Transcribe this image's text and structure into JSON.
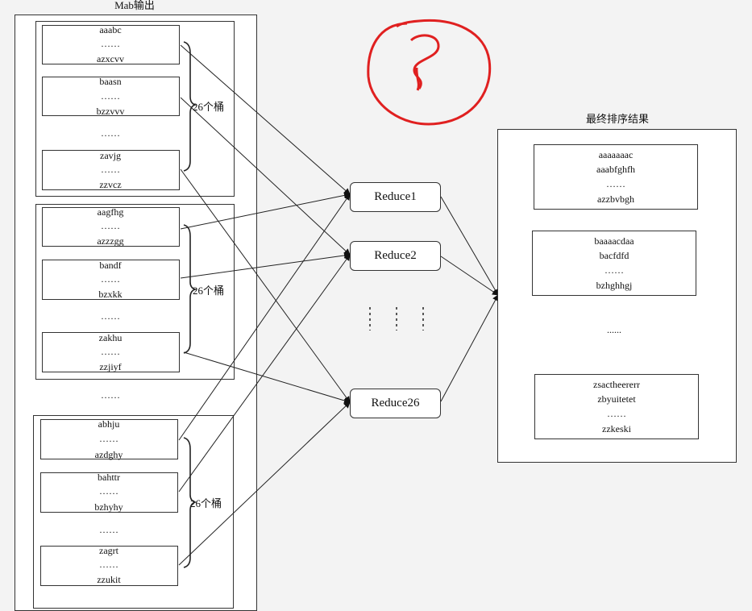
{
  "map_title": "Mab输出",
  "result_title": "最终排序结果",
  "bucket_label": "26个桶",
  "ellipsis": "……",
  "dots": "......",
  "groups": [
    {
      "buckets": [
        {
          "first": "aaabc",
          "mid": "……",
          "last": "azxcvv"
        },
        {
          "first": "baasn",
          "mid": "……",
          "last": "bzzvvv"
        },
        {
          "first": "zavjg",
          "mid": "……",
          "last": "zzvcz"
        }
      ]
    },
    {
      "buckets": [
        {
          "first": "aagfhg",
          "mid": "……",
          "last": "azzzgg"
        },
        {
          "first": "bandf",
          "mid": "……",
          "last": "bzxkk"
        },
        {
          "first": "zakhu",
          "mid": "……",
          "last": "zzjiyf"
        }
      ]
    },
    {
      "buckets": [
        {
          "first": "abhju",
          "mid": "……",
          "last": "azdghy"
        },
        {
          "first": "bahttr",
          "mid": "……",
          "last": "bzhyhy"
        },
        {
          "first": "zagrt",
          "mid": "……",
          "last": "zzukit"
        }
      ]
    }
  ],
  "reducers": [
    "Reduce1",
    "Reduce2",
    "Reduce26"
  ],
  "results": [
    {
      "lines": [
        "aaaaaaac",
        "aaabfghfh",
        "……",
        "azzbvbgh"
      ]
    },
    {
      "lines": [
        "baaaacdaa",
        "bacfdfd",
        "……",
        "bzhghhgj"
      ]
    },
    {
      "lines": [
        "zsactheererr",
        "zbyuitetet",
        "……",
        "zzkeski"
      ]
    }
  ],
  "question_mark": "?",
  "annotation_color": "#e02020"
}
